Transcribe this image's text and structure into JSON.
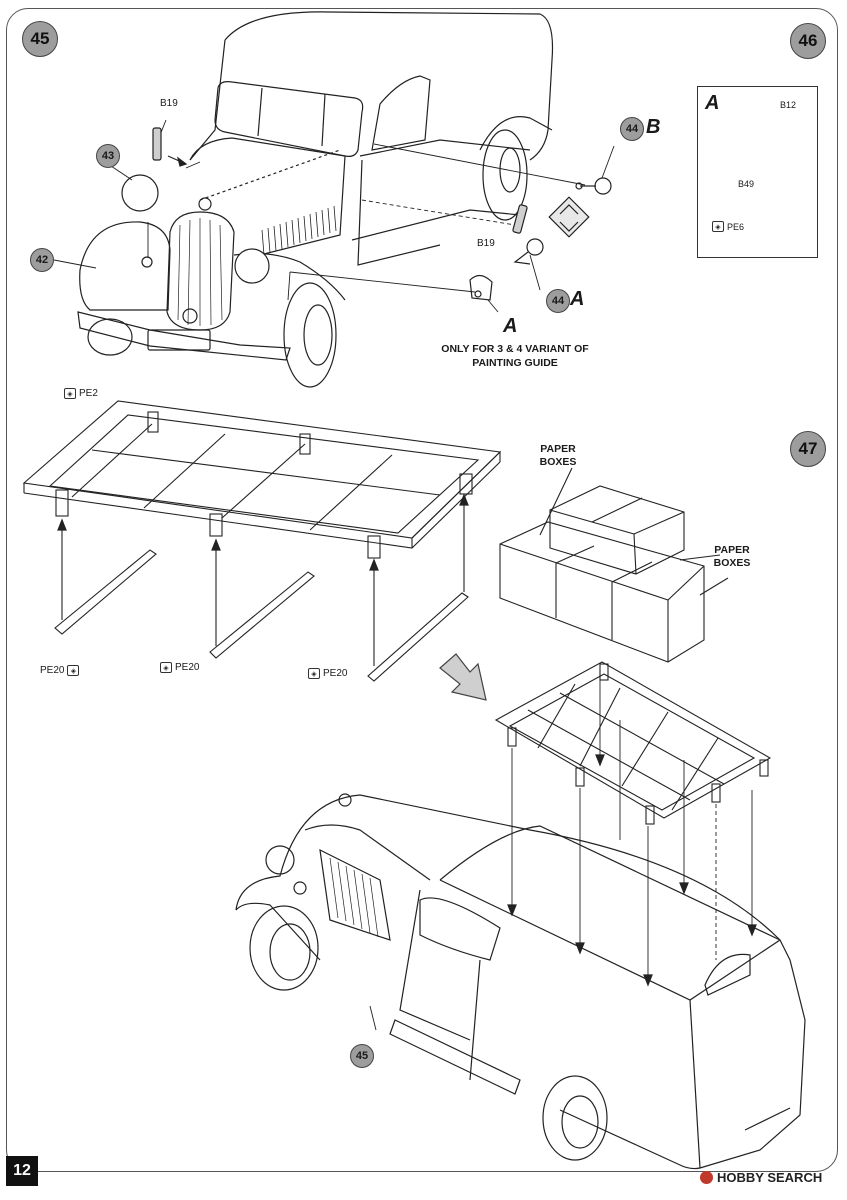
{
  "page_number": "12",
  "steps": {
    "s45": "45",
    "s46": "46",
    "s47": "47",
    "s45_bottom": "45"
  },
  "step45": {
    "callout_43": "43",
    "callout_42": "42",
    "part_b19_top": "B19",
    "part_b19_right": "B19",
    "callout_44_b": "44",
    "letter_b": "B",
    "callout_44_a": "44",
    "letter_a": "A",
    "variant_letter": "A",
    "variant_note": "ONLY FOR  3 & 4 VARIANT OF PAINTING GUIDE"
  },
  "step46": {
    "inset_letter": "A",
    "part_b12": "B12",
    "part_b49": "B49",
    "part_pe6": "PE6"
  },
  "step47": {
    "pe2": "PE2",
    "pe20_a": "PE20",
    "pe20_b": "PE20",
    "pe20_c": "PE20",
    "paper_boxes_1": "PAPER BOXES",
    "paper_boxes_2": "PAPER BOXES"
  },
  "watermark": "HOBBY SEARCH",
  "icons": {
    "photo_etch": "photo-etch-icon",
    "rotate": "rotate-view-icon",
    "arrow": "direction-arrow-icon"
  },
  "colors": {
    "callout_fill": "#9d9d9d",
    "line": "#222222",
    "arrow_fill": "#cfcfcf"
  }
}
